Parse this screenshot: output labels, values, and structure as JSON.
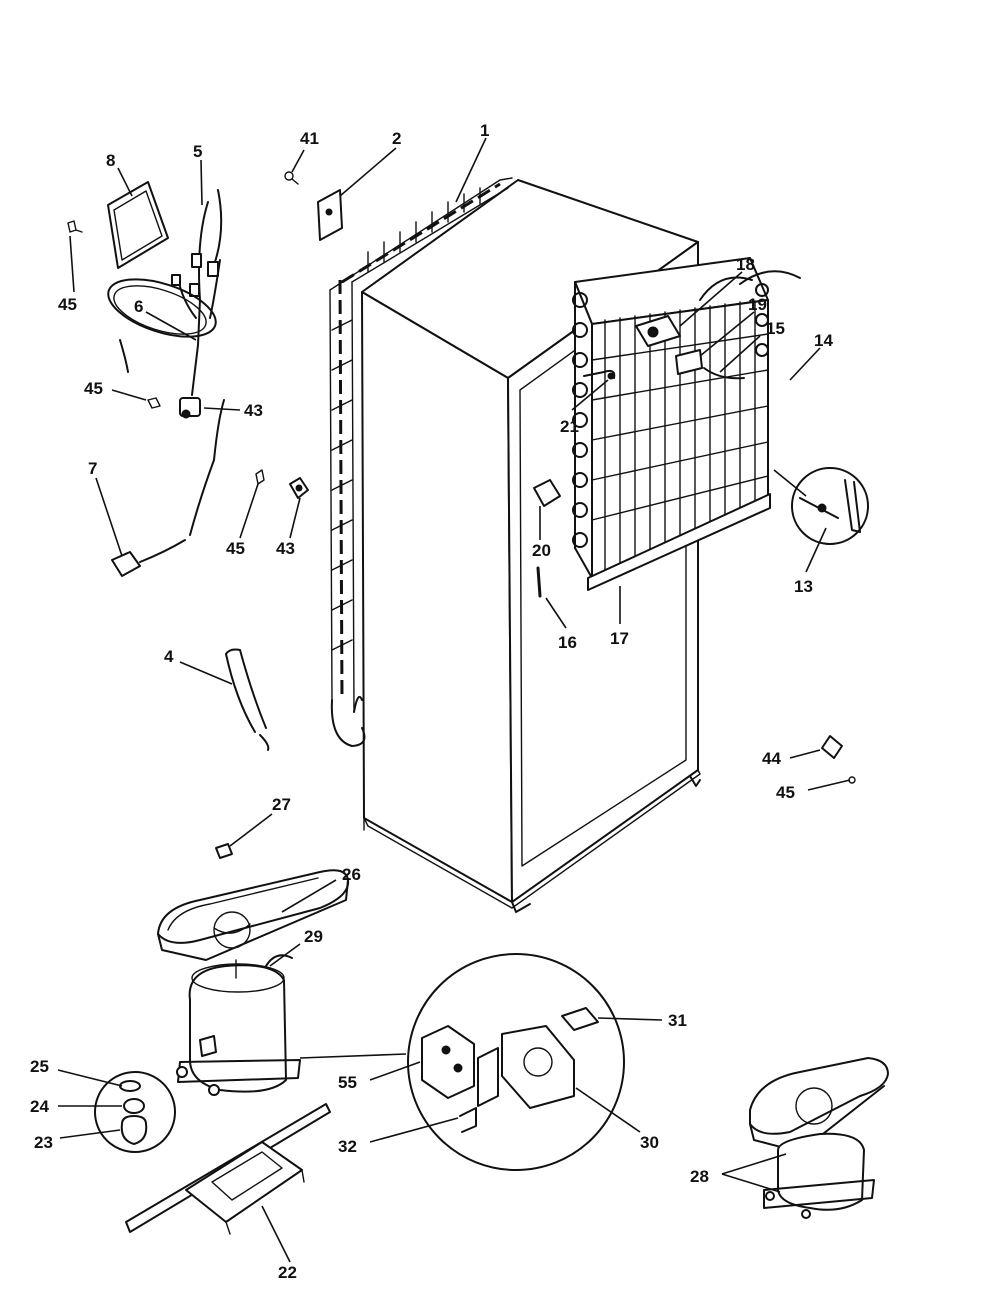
{
  "diagram": {
    "part_labels": {
      "p1": "1",
      "p2": "2",
      "p4": "4",
      "p5": "5",
      "p6": "6",
      "p7": "7",
      "p8": "8",
      "p13": "13",
      "p14": "14",
      "p15": "15",
      "p16": "16",
      "p17": "17",
      "p18": "18",
      "p19": "19",
      "p20": "20",
      "p21": "21",
      "p22": "22",
      "p23": "23",
      "p24": "24",
      "p25": "25",
      "p26": "26",
      "p27": "27",
      "p28": "28",
      "p29": "29",
      "p30": "30",
      "p31": "31",
      "p32": "32",
      "p41": "41",
      "p43a": "43",
      "p43b": "43",
      "p44": "44",
      "p45a": "45",
      "p45b": "45",
      "p45c": "45",
      "p45d": "45",
      "p55": "55"
    }
  }
}
